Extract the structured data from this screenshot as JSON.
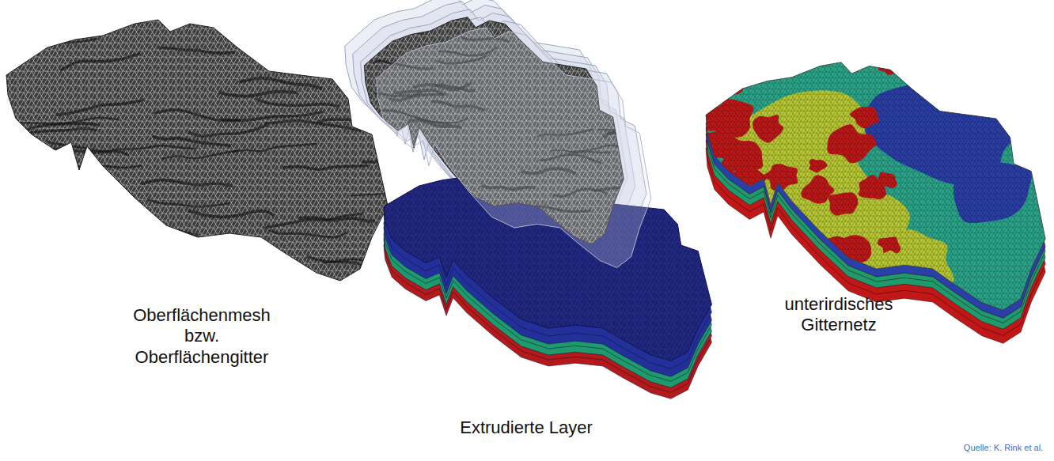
{
  "diagram": {
    "labels": [
      "Oberflächenmesh bzw. Oberflächengitter",
      "Extrudierte Layer",
      "unterirdisches Gitternetz",
      "Quelle: K. Rink et al."
    ]
  }
}
